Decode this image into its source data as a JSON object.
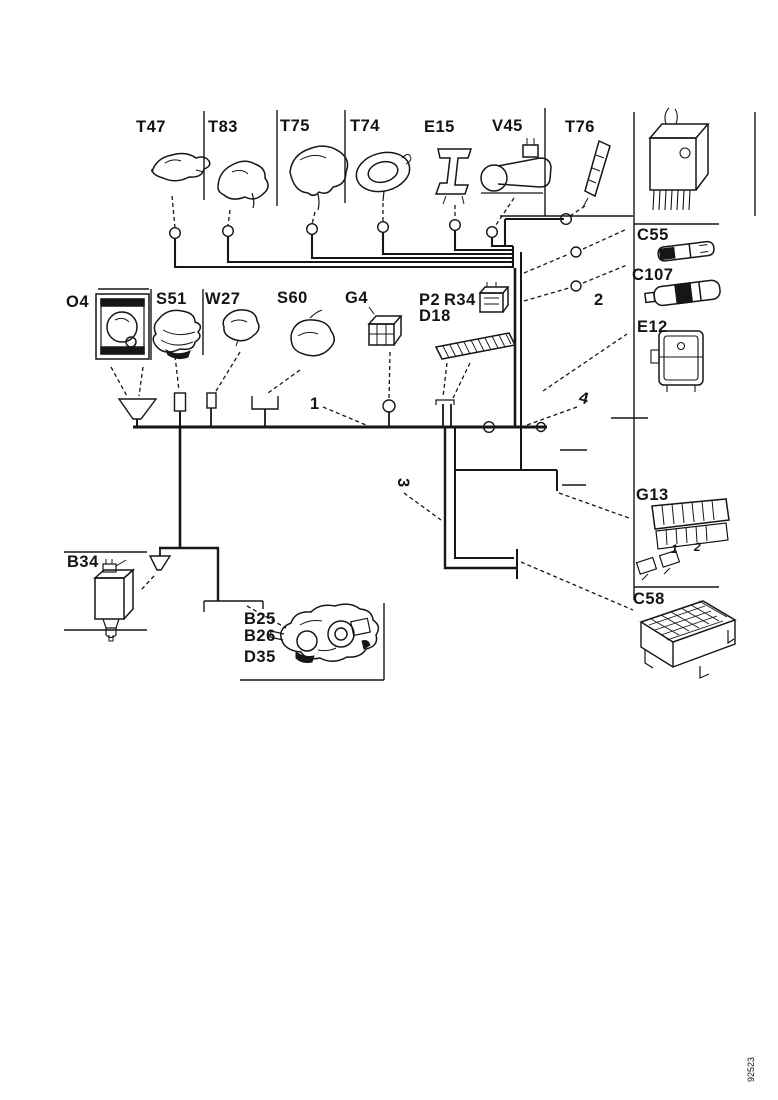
{
  "diagram": {
    "title_hidden": "",
    "top_components": [
      "T47",
      "T83",
      "T75",
      "T74",
      "E15",
      "V45",
      "T76"
    ],
    "middle_components": [
      "O4",
      "S51",
      "W27",
      "S60",
      "G4",
      "P2",
      "R34",
      "D18"
    ],
    "right_components": [
      "C55",
      "C107",
      "E12",
      "G13",
      "C58"
    ],
    "bottom_components": [
      "B34",
      "B25",
      "B26",
      "D35"
    ],
    "wire_numbers": [
      "1",
      "2",
      "3",
      "4"
    ],
    "g13_pins": [
      "1",
      "2"
    ],
    "figure_number": "92523",
    "colors": {
      "ink": "#161616",
      "background": "#ffffff"
    }
  }
}
